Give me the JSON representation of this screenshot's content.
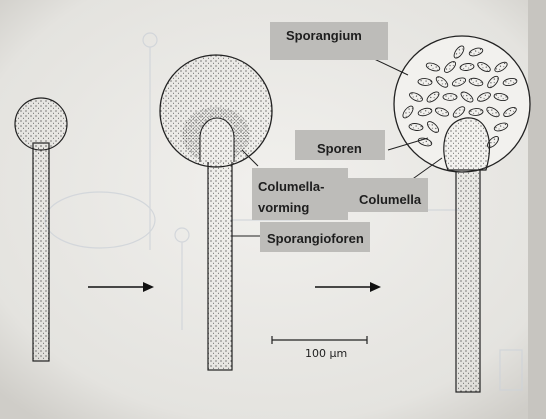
{
  "labels": {
    "sporangium": "Sporangium",
    "sporen": "Sporen",
    "columella_vorming_1": "Columella-",
    "columella_vorming_2": "vorming",
    "columella": "Columella",
    "sporangioforen": "Sporangioforen"
  },
  "scale_bar": {
    "label": "100 μm"
  },
  "colors": {
    "background": "#d9d7d2",
    "paper": "#efeeeb",
    "label_box": "#bdbcb9",
    "ink": "#2a2a2a"
  }
}
